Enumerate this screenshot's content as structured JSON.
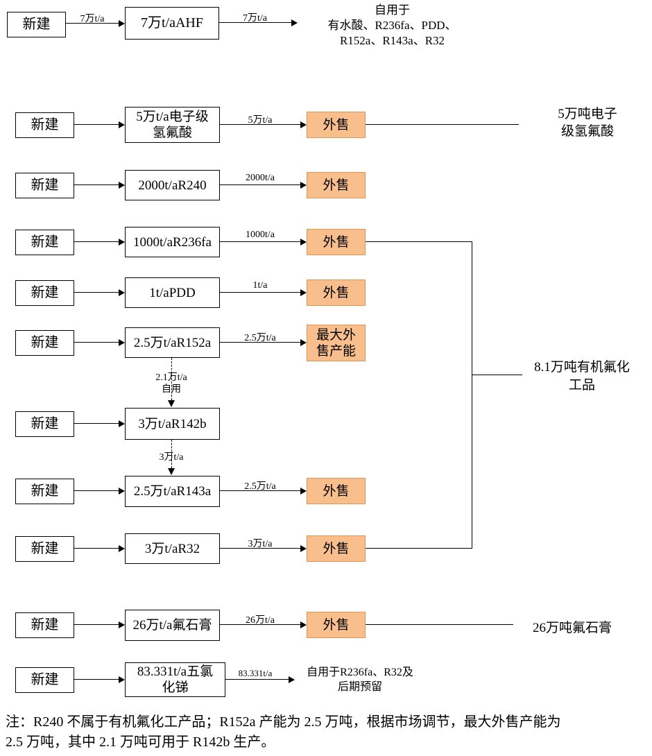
{
  "source_label": "新建",
  "sale_label": "外售",
  "colors": {
    "sale_bg": "#F8BE8C",
    "sale_border": "#DD9553",
    "line": "#000000"
  },
  "rows": {
    "ahf": {
      "in_label": "7万t/a",
      "product": "7万t/aAHF",
      "out_label": "7万t/a",
      "dest_line1": "自用于",
      "dest_line2": "有水酸、R236fa、PDD、",
      "dest_line3": "R152a、R143a、R32"
    },
    "ehf": {
      "product_line1": "5万t/a电子级",
      "product_line2": "氢氟酸",
      "out_label": "5万t/a",
      "dest_line1": "5万吨电子",
      "dest_line2": "级氢氟酸"
    },
    "r240": {
      "product": "2000t/aR240",
      "out_label": "2000t/a"
    },
    "r236fa": {
      "product": "1000t/aR236fa",
      "out_label": "1000t/a"
    },
    "pdd": {
      "product": "1t/aPDD",
      "out_label": "1t/a"
    },
    "r152a": {
      "product": "2.5万t/aR152a",
      "out_label": "2.5万t/a",
      "sale_line1": "最大外",
      "sale_line2": "售产能",
      "down_label_line1": "2.1万t/a",
      "down_label_line2": "自用"
    },
    "r142b": {
      "product": "3万t/aR142b",
      "down_label": "3万t/a"
    },
    "r143a": {
      "product": "2.5万t/aR143a",
      "out_label": "2.5万t/a"
    },
    "r32": {
      "product": "3万t/aR32",
      "out_label": "3万t/a"
    },
    "gypsum": {
      "product": "26万t/a氟石膏",
      "out_label": "26万t/a",
      "dest": "26万吨氟石膏"
    },
    "antimony": {
      "product_line1": "83.331t/a五氯",
      "product_line2": "化锑",
      "out_label": "83.331t/a",
      "dest_line1": "自用于R236fa、R32及",
      "dest_line2": "后期预留"
    }
  },
  "bracket": {
    "label_line1": "8.1万吨有机氟化",
    "label_line2": "工品"
  },
  "note": {
    "line1": "注：R240 不属于有机氟化工产品；R152a 产能为 2.5 万吨，根据市场调节，最大外售产能为",
    "line2": "2.5 万吨，其中 2.1 万吨可用于 R142b 生产。"
  }
}
